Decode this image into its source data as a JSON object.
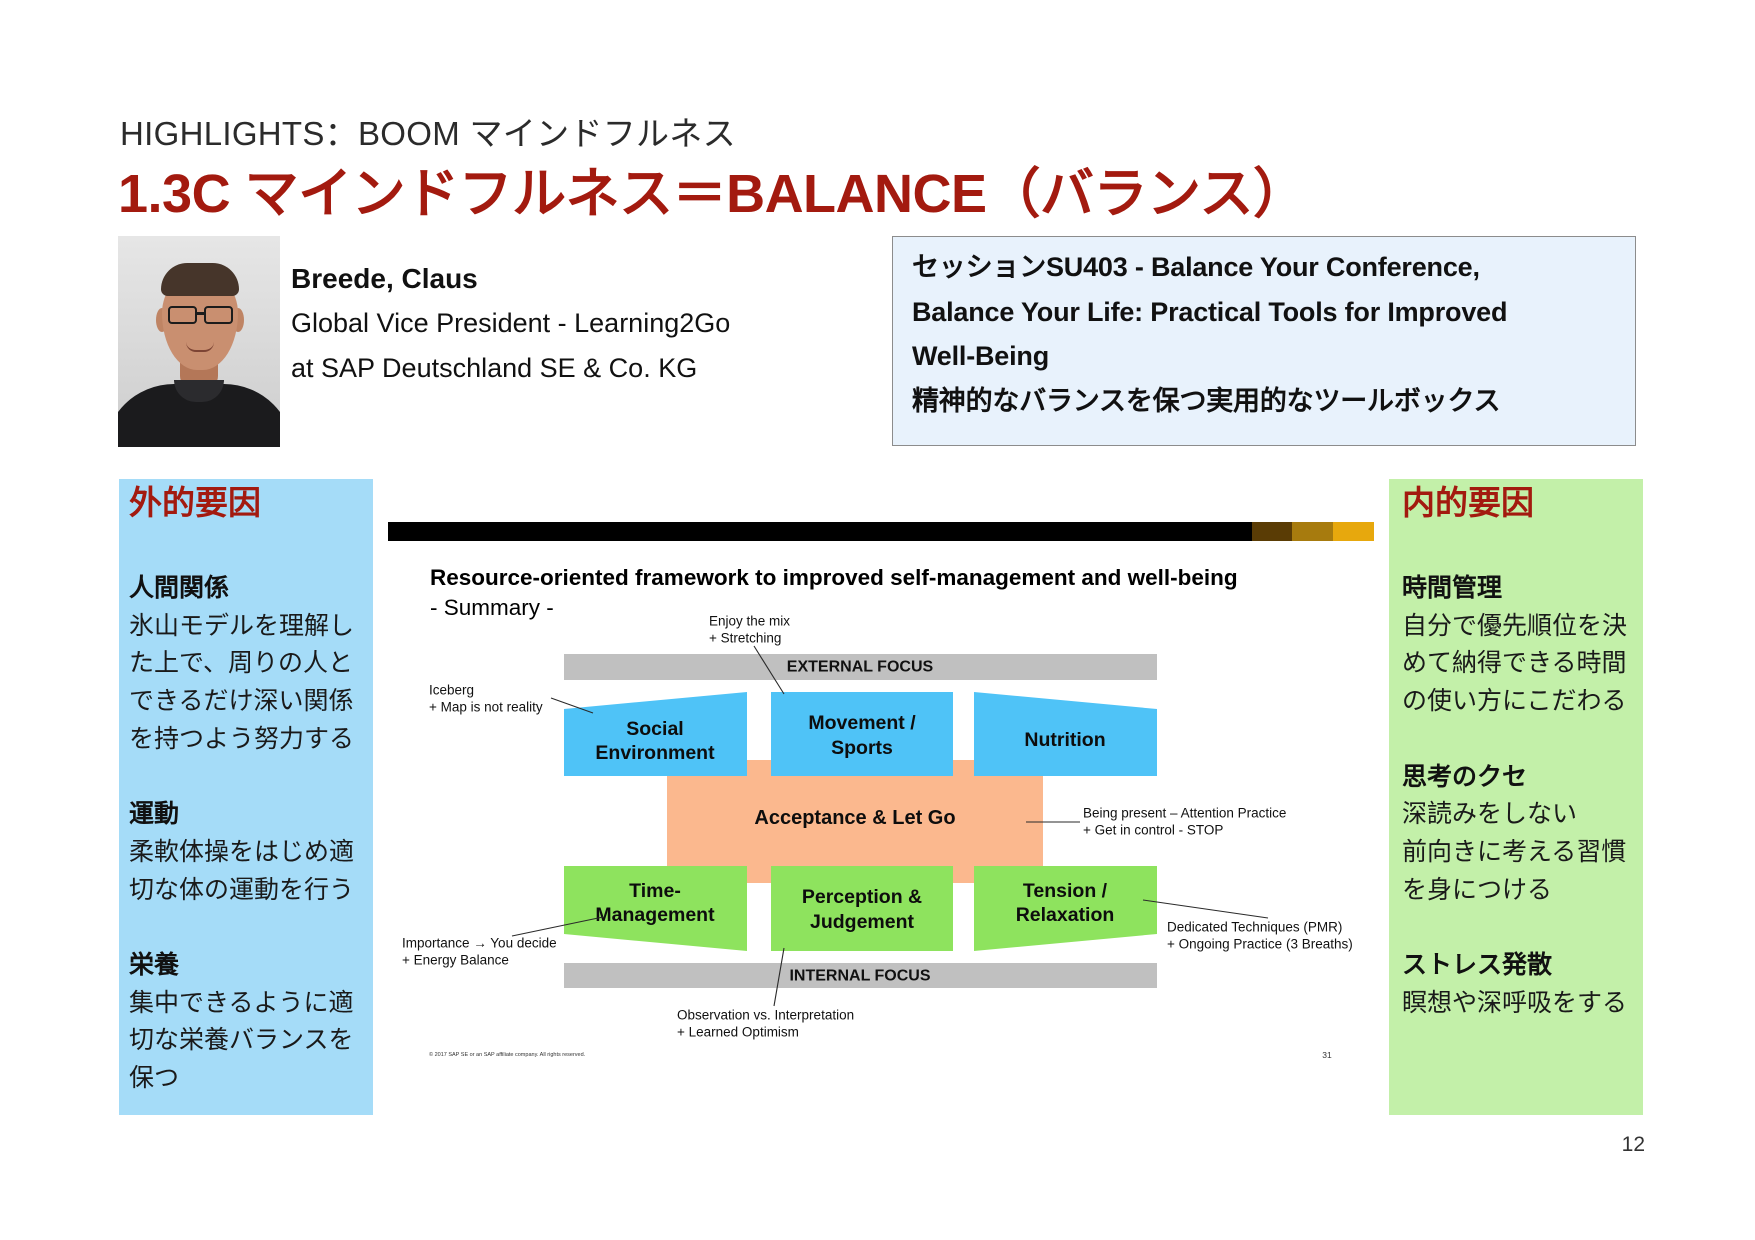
{
  "slide": {
    "kicker": "HIGHLIGHTS：BOOM マインドフルネス",
    "title": "1.3C マインドフルネス＝BALANCE（バランス）",
    "page_number": "12"
  },
  "speaker": {
    "name": "Breede, Claus",
    "role_line_1": "Global Vice President - Learning2Go",
    "role_line_2": "at SAP Deutschland SE & Co. KG"
  },
  "session": {
    "lines": [
      "セッションSU403 - Balance Your Conference,",
      "Balance Your Life: Practical Tools for Improved",
      "Well-Being",
      "精神的なバランスを保つ実用的なツールボックス"
    ]
  },
  "external_factors": {
    "heading": "外的要因",
    "sections": [
      {
        "title": "人間関係",
        "lines": [
          "氷山モデルを理解し",
          "た上で、周りの人と",
          "できるだけ深い関係",
          "を持つよう努力する"
        ]
      },
      {
        "title": "運動",
        "lines": [
          "柔軟体操をはじめ適",
          "切な体の運動を行う"
        ]
      },
      {
        "title": "栄養",
        "lines": [
          "集中できるように適",
          "切な栄養バランスを",
          "保つ"
        ]
      }
    ]
  },
  "internal_factors": {
    "heading": "内的要因",
    "sections": [
      {
        "title": "時間管理",
        "lines": [
          "自分で優先順位を決",
          "めて納得できる時間",
          "の使い方にこだわる"
        ]
      },
      {
        "title": "思考のクセ",
        "lines": [
          "深読みをしない",
          "前向きに考える習慣",
          "を身につける"
        ]
      },
      {
        "title": "ストレス発散",
        "lines": [
          "瞑想や深呼吸をする"
        ]
      }
    ]
  },
  "framework": {
    "title": "Resource-oriented framework to improved self-management and well-being",
    "subtitle": "- Summary -",
    "external_focus_label": "EXTERNAL FOCUS",
    "internal_focus_label": "INTERNAL FOCUS",
    "top_boxes": [
      {
        "lines": [
          "Social",
          "Environment"
        ]
      },
      {
        "lines": [
          "Movement /",
          "Sports"
        ]
      },
      {
        "lines": [
          "Nutrition"
        ]
      }
    ],
    "center_box": "Acceptance & Let Go",
    "bottom_boxes": [
      {
        "lines": [
          "Time-",
          "Management"
        ]
      },
      {
        "lines": [
          "Perception &",
          "Judgement"
        ]
      },
      {
        "lines": [
          "Tension /",
          "Relaxation"
        ]
      }
    ],
    "annotations": {
      "movement": [
        "Enjoy the mix",
        "+ Stretching"
      ],
      "social": [
        "Iceberg",
        "+ Map is not reality"
      ],
      "acceptance": [
        "Being present – Attention Practice",
        "+ Get in control - STOP"
      ],
      "time": [
        "Importance → You decide",
        "+ Energy Balance"
      ],
      "tension": [
        "Dedicated Techniques (PMR)",
        "+ Ongoing Practice (3 Breaths)"
      ],
      "perception": [
        "Observation vs. Interpretation",
        "+ Learned Optimism"
      ]
    },
    "footer_copyright": "© 2017 SAP SE or an SAP affiliate company. All rights reserved.",
    "footer_page": "31"
  },
  "colors": {
    "title_red": "#a31a0f",
    "external_panel_bg": "#a5dcf8",
    "internal_panel_bg": "#c3f0a9",
    "session_box_bg": "#e8f2fc",
    "external_boxes": "#4fc3f7",
    "internal_boxes": "#8ee35e",
    "center_box": "#fbb88e",
    "focus_bars": "#c0c0c0",
    "header_bar": [
      "#000000",
      "#5a3c05",
      "#a77b0e",
      "#e7a80d"
    ]
  }
}
